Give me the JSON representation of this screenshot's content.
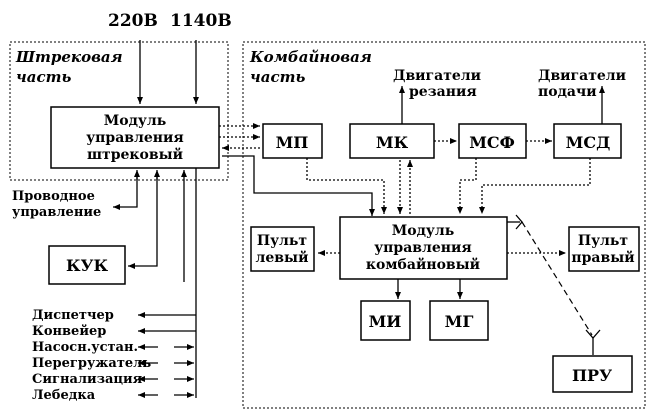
{
  "voltages": {
    "v1": "220В",
    "v2": "1140В"
  },
  "sections": {
    "shtrek": {
      "line1": "Штрековая",
      "line2": "часть"
    },
    "kombain": {
      "line1": "Комбайновая",
      "line2": "часть"
    }
  },
  "blocks": {
    "module_shtrek": {
      "line1": "Модуль",
      "line2": "управления",
      "line3": "штрековый"
    },
    "module_kombain": {
      "line1": "Модуль",
      "line2": "управления",
      "line3": "комбайновый"
    },
    "kuk": "КУК",
    "mp": "МП",
    "mk": "МК",
    "msf": "МСФ",
    "msd": "МСД",
    "mi": "МИ",
    "mg": "МГ",
    "pru": "ПРУ",
    "pult_left": {
      "line1": "Пульт",
      "line2": "левый"
    },
    "pult_right": {
      "line1": "Пульт",
      "line2": "правый"
    }
  },
  "labels": {
    "motors_cut": {
      "line1": "Двигатели",
      "line2": "резания"
    },
    "motors_feed": {
      "line1": "Двигатели",
      "line2": "подачи"
    },
    "wired": {
      "line1": "Проводное",
      "line2": "управление"
    }
  },
  "outputs": [
    "Диспетчер",
    "Конвейер",
    "Насосн.устан.",
    "Перегружатель",
    "Сигнализация",
    "Лебедка"
  ]
}
